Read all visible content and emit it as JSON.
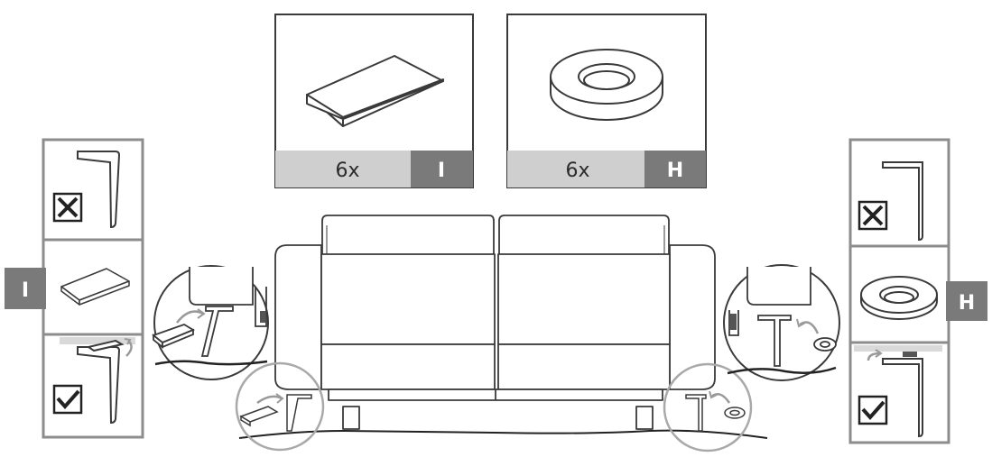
{
  "parts": {
    "wedge": {
      "qty": "6x",
      "tag": "I"
    },
    "washer": {
      "qty": "6x",
      "tag": "H"
    }
  },
  "side_tags": {
    "left": "I",
    "right": "H"
  },
  "colors": {
    "line": "#3a3a3a",
    "frame": "#8c8c8c",
    "qty_bar": "#cfcfcf",
    "tag_box": "#7a7a7a",
    "callout_ring": "#a9a9a9"
  },
  "icons": {
    "incorrect": "x-mark-icon",
    "correct": "check-mark-icon"
  }
}
